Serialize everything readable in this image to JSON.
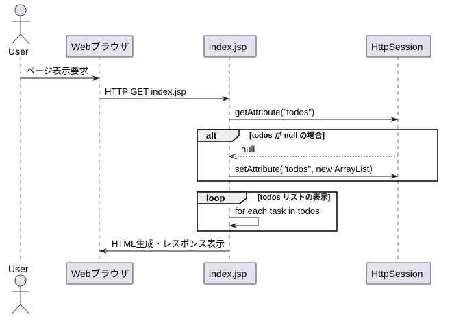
{
  "participants": [
    {
      "id": "user",
      "label": "User",
      "type": "actor"
    },
    {
      "id": "browser",
      "label": "Webブラウザ",
      "type": "participant"
    },
    {
      "id": "jsp",
      "label": "index.jsp",
      "type": "participant"
    },
    {
      "id": "session",
      "label": "HttpSession",
      "type": "participant"
    }
  ],
  "messages": [
    {
      "from": "user",
      "to": "browser",
      "label": "ページ表示要求",
      "style": "solid"
    },
    {
      "from": "browser",
      "to": "jsp",
      "label": "HTTP GET index.jsp",
      "style": "solid"
    },
    {
      "from": "jsp",
      "to": "session",
      "label": "getAttribute(\"todos\")",
      "style": "solid"
    },
    {
      "from": "session",
      "to": "jsp",
      "label": "null",
      "style": "dashed"
    },
    {
      "from": "jsp",
      "to": "session",
      "label": "setAttribute(\"todos\", new ArrayList)",
      "style": "solid"
    },
    {
      "from": "jsp",
      "to": "jsp",
      "label": "for each task in todos",
      "style": "self"
    },
    {
      "from": "jsp",
      "to": "browser",
      "label": "HTML生成・レスポンス表示",
      "style": "solid"
    }
  ],
  "fragments": [
    {
      "kind": "alt",
      "guard": "[todos が null の場合]"
    },
    {
      "kind": "loop",
      "guard": "[todos リストの表示]"
    }
  ]
}
